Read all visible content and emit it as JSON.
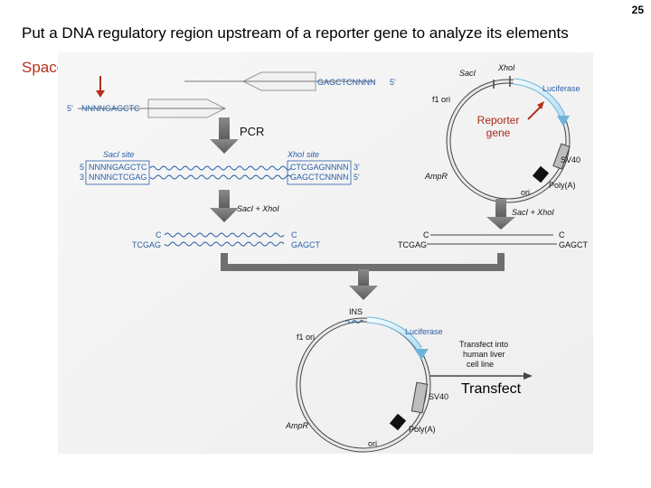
{
  "slide": {
    "number": "25",
    "title": "Put a DNA regulatory region upstream of a reporter gene to analyze its elements",
    "annotation_bind": "Space for res. enz. to bind",
    "annotation_reporter": "Reporter gene",
    "annotation_pcr": "PCR",
    "annotation_transfect": "Transfect"
  },
  "figure": {
    "primer_top": "GAGCTCNNNN",
    "primer_top_end": "5'",
    "primer_bottom": "NNNNGAGCTC",
    "primer_bottom_end": "5'",
    "saci_site": "SacI site",
    "xhoi_site": "XhoI site",
    "pcr_left_top": "NNNNGAGCTC",
    "pcr_left_bottom": "NNNNCTCGAG",
    "pcr_right_top": "CTCGAGNNNN",
    "pcr_right_bottom": "GAGCTCNNNN",
    "end5": "5'",
    "end3": "3'",
    "num5": "5",
    "num3": "3",
    "digest": "SacI + XhoI",
    "frag_left_top": "C",
    "frag_left_bottom": "TCGAG",
    "frag_right_top": "C",
    "frag_right_bottom": "GAGCT",
    "vec_left_top": "C",
    "vec_left_bottom": "TCGAG",
    "vec_right_top": "C",
    "vec_right_bottom": "GAGCT",
    "plasmid_saci": "SacI",
    "plasmid_xhoi": "XhoI",
    "plasmid_f1": "f1 ori",
    "plasmid_luc": "Luciferase",
    "plasmid_sv40": "SV40",
    "plasmid_amp": "AmpR",
    "plasmid_polya": "Poly(A)",
    "plasmid_ori": "ori",
    "final_ins": "INS",
    "final_f1": "f1 ori",
    "final_luc": "Luciferase",
    "final_transfect_note_1": "Transfect into",
    "final_transfect_note_2": "human liver",
    "final_transfect_note_3": "cell line",
    "final_sv40": "SV40",
    "final_amp": "AmpR",
    "final_polya": "Poly(A)",
    "final_ori": "ori"
  },
  "colors": {
    "title": "#000000",
    "annotation": "#b5301b",
    "figure_bg": "#f4f4f4",
    "arrow_gray": "#6f6f6f",
    "arrow_light": "#b9b9b9",
    "dna_blue": "#2a5fa8",
    "luciferase_fill": "#d8eef8"
  }
}
